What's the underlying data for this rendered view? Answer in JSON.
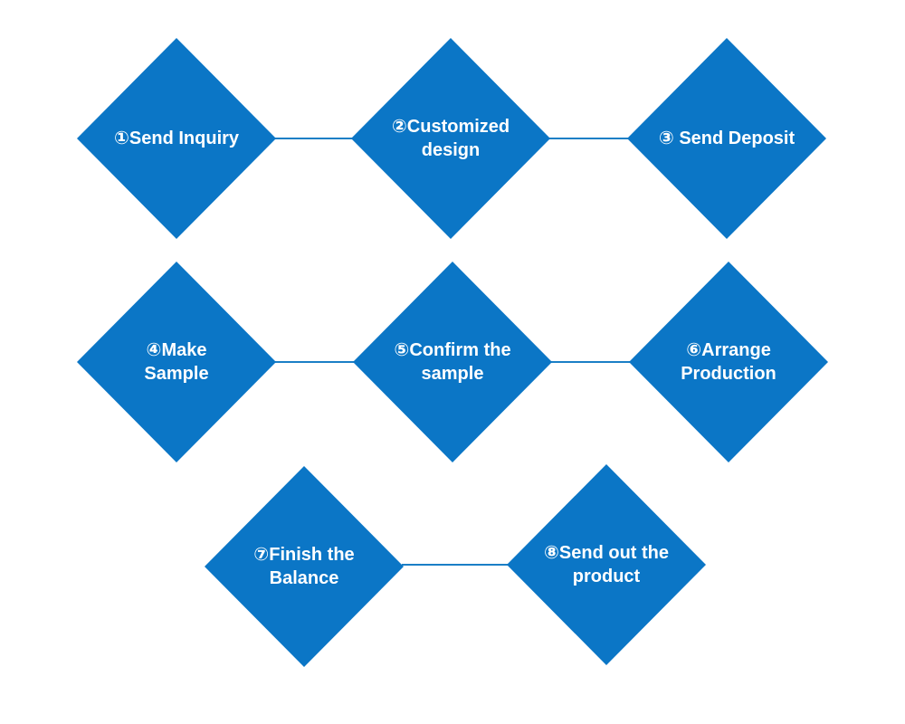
{
  "diagram": {
    "type": "process-flow",
    "colors": {
      "node_fill": "#0b76c6",
      "node_text": "#ffffff",
      "connector": "#1b7fc6",
      "background": "#ffffff"
    },
    "nodes": [
      {
        "step": 1,
        "label": "①Send Inquiry",
        "line1": "①Send Inquiry"
      },
      {
        "step": 2,
        "label": "②Customized design",
        "line1": "②Customized",
        "line2": "design"
      },
      {
        "step": 3,
        "label": "③ Send Deposit",
        "line1": "③ Send Deposit"
      },
      {
        "step": 4,
        "label": "④Make Sample",
        "line1": "④Make",
        "line2": "Sample"
      },
      {
        "step": 5,
        "label": "⑤Confirm the sample",
        "line1": "⑤Confirm the",
        "line2": "sample"
      },
      {
        "step": 6,
        "label": "⑥Arrange Production",
        "line1": "⑥Arrange",
        "line2": "Production"
      },
      {
        "step": 7,
        "label": "⑦Finish the Balance",
        "line1": "⑦Finish the",
        "line2": "Balance"
      },
      {
        "step": 8,
        "label": "⑧Send out the product",
        "line1": "⑧Send out the",
        "line2": "product"
      }
    ],
    "connections": [
      {
        "from": 1,
        "to": 2
      },
      {
        "from": 2,
        "to": 3
      },
      {
        "from": 4,
        "to": 5
      },
      {
        "from": 5,
        "to": 6
      },
      {
        "from": 7,
        "to": 8
      }
    ]
  }
}
